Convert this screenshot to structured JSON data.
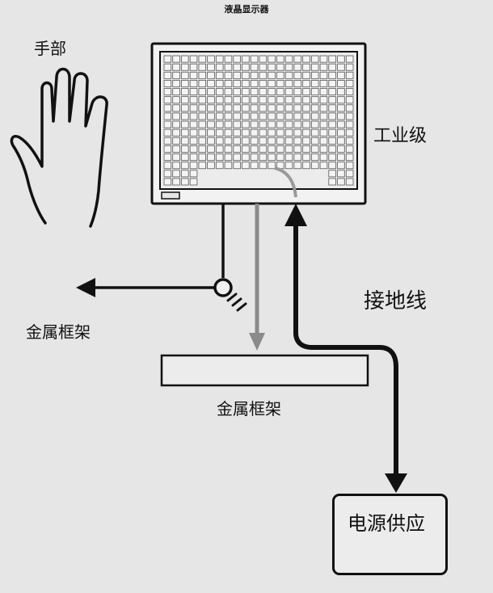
{
  "title": "液晶显示器",
  "labels": {
    "hand": "手部",
    "grade": "工业级",
    "ground_wire": "接地线",
    "metal_frame_left": "金属框架",
    "metal_frame_bottom": "金属框架",
    "power_supply": "电源供应"
  },
  "colors": {
    "background": "#e6e6e6",
    "line": "#111111",
    "gray_arrow": "#8a8a8a"
  }
}
